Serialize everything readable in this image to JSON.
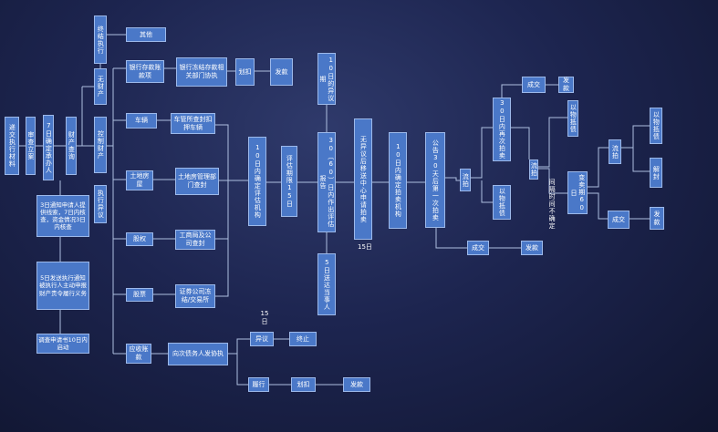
{
  "nodes": {
    "n_apply": "递交执行材料",
    "n_accept": "审查立案",
    "n_7day": "7日确定承办人",
    "n_investigate": "财产查询",
    "n_noassets": "无财产",
    "n_end_exec": "终结执行",
    "n_other": "其他",
    "n_control": "控制财产",
    "n_exec_objection": "执行异议",
    "n_bank": "银行存款账款项",
    "n_bank_freeze": "银行冻结存款相关部门协执",
    "n_transfer1": "划扣",
    "n_pay1": "发款",
    "n_vehicle": "车辆",
    "n_vehicle_seal": "车管所查封扣押车辆",
    "n_land": "土地房屋",
    "n_land_seal": "土地房管理部门查封",
    "n_equity": "股权",
    "n_equity_seal": "工商局及公司查封",
    "n_stock": "股票",
    "n_stock_freeze": "证券公司冻结/交易所",
    "n_receivable": "应收账款",
    "n_debtor": "向次债务人发协执",
    "n_objection": "异议",
    "n_terminate": "终止",
    "n_perform": "履行",
    "n_transfer2": "划扣",
    "n_pay2": "发款",
    "n_appraise": "10日内确定评估机构",
    "n_appraise_period": "评估期限15日",
    "n_report": "30（60）日内作出评估报告",
    "n_objection_period": "10日的异议期",
    "n_notify": "5日送达当事人",
    "n_no_objection": "无异议后移送中心申请拍卖",
    "n_auction_org": "10日内确定拍卖机构",
    "n_announce": "公告30天后第一次拍卖",
    "n_fail1": "流拍",
    "n_retry30": "30日内再次拍卖",
    "n_deal1": "成交",
    "n_pay3": "发款",
    "n_inkind1": "以物抵债",
    "n_fail2": "流拍",
    "n_inkind2": "以物抵债",
    "n_sell60": "变卖期60日",
    "n_fail3": "流拍",
    "n_inkind3": "以物抵债",
    "n_unseal": "解封",
    "n_deal2": "成交",
    "n_pay4": "发款",
    "n_deal3": "成交",
    "n_pay5": "发款"
  },
  "notes": {
    "note_3day": "3日通知申请人提供线索，7日内核查，资金情况3日内核查",
    "note_notice": "5日发送执行通知被执行人主动申报财产责令履行义务",
    "note_apply": "调查申请书10日内启动",
    "note_uncertain": "间隔时间不确定",
    "note_15a": "15日",
    "note_15b_num": "15",
    "note_15b_unit": "日"
  }
}
